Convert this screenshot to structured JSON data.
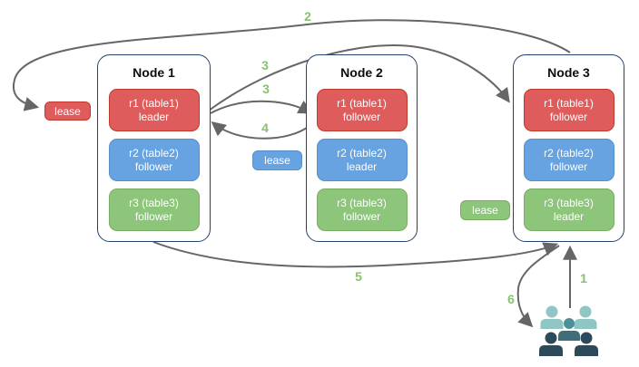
{
  "nodes": [
    {
      "title": "Node 1",
      "replicas": [
        {
          "name": "r1 (table1)",
          "role": "leader",
          "color": "red"
        },
        {
          "name": "r2 (table2)",
          "role": "follower",
          "color": "blue"
        },
        {
          "name": "r3 (table3)",
          "role": "follower",
          "color": "green"
        }
      ]
    },
    {
      "title": "Node 2",
      "replicas": [
        {
          "name": "r1 (table1)",
          "role": "follower",
          "color": "red"
        },
        {
          "name": "r2 (table2)",
          "role": "leader",
          "color": "blue"
        },
        {
          "name": "r3 (table3)",
          "role": "follower",
          "color": "green"
        }
      ]
    },
    {
      "title": "Node 3",
      "replicas": [
        {
          "name": "r1 (table1)",
          "role": "follower",
          "color": "red"
        },
        {
          "name": "r2 (table2)",
          "role": "follower",
          "color": "blue"
        },
        {
          "name": "r3 (table3)",
          "role": "leader",
          "color": "green"
        }
      ]
    }
  ],
  "leases": [
    {
      "label": "lease",
      "color": "red"
    },
    {
      "label": "lease",
      "color": "blue"
    },
    {
      "label": "lease",
      "color": "green"
    }
  ],
  "steps": [
    {
      "label": "1"
    },
    {
      "label": "2"
    },
    {
      "label": "3"
    },
    {
      "label": "3"
    },
    {
      "label": "4"
    },
    {
      "label": "5"
    },
    {
      "label": "6"
    }
  ],
  "icons": {
    "users": "users-group-icon"
  },
  "colors": {
    "red": "#df5c5c",
    "red_border": "#c0392b",
    "blue": "#66a3e0",
    "blue_border": "#5590cc",
    "green": "#8dc57b",
    "green_border": "#79ad63",
    "node_border": "#24436c",
    "arrow": "#666666",
    "step_label": "#85c26e",
    "users_light": "#8fc6c3",
    "users_mid": "#4b9098",
    "users_mid_dark": "#3f6d7a",
    "users_dark": "#2c4a5a"
  }
}
